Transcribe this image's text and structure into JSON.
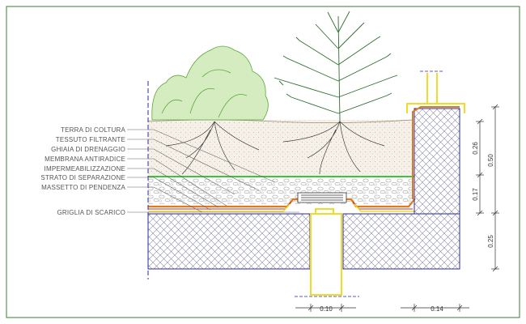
{
  "layers": [
    {
      "label": "TERRA DI COLTURA"
    },
    {
      "label": "TESSUTO FILTRANTE"
    },
    {
      "label": "GHIAIA DI DRENAGGIO"
    },
    {
      "label": "MEMBRANA ANTIRADICE"
    },
    {
      "label": "IMPERMEABILIZZAZIONE"
    },
    {
      "label": "STRATO DI SEPARAZIONE"
    },
    {
      "label": "MASSETTO DI PENDENZA"
    },
    {
      "label": "GRIGLIA DI SCARICO"
    }
  ],
  "dimensions": {
    "drain_width": "0.10",
    "wall_width": "0.14",
    "upper_height": "0.26",
    "middle_height": "0.17",
    "total_height": "0.50",
    "slab_height": "0.25"
  },
  "colors": {
    "soil": "#f4efe6",
    "green_line": "#3cc43c",
    "drain_yellow": "#f0dc28",
    "membrane_orange": "#e07a1a",
    "border_blue": "#2a2aa0",
    "hatch": "#8888aa",
    "foliage": "#7cc04c",
    "tree": "#2e6e2e"
  }
}
